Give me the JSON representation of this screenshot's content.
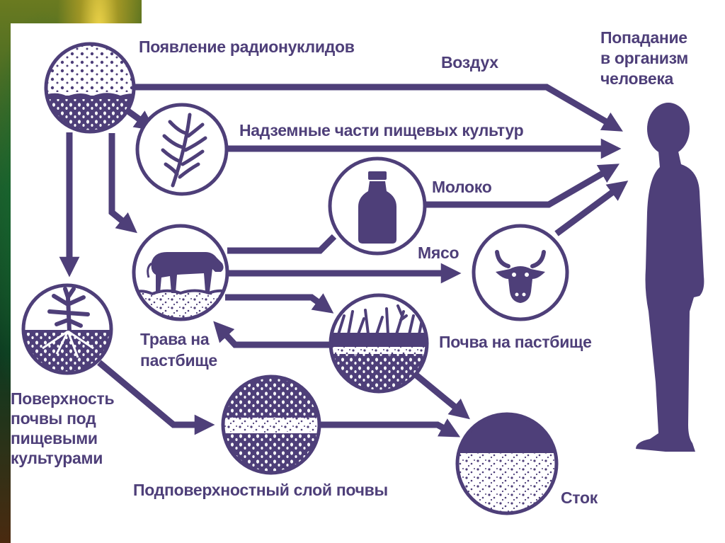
{
  "colors": {
    "primary": "#4e3f79",
    "background": "#ffffff"
  },
  "labels": {
    "radionuclides": "Появление радионуклидов",
    "air": "Воздух",
    "human": [
      "Попадание",
      "в организм",
      "человека"
    ],
    "crops": "Надземные части пищевых культур",
    "milk": "Молоко",
    "meat": "Мясо",
    "grass": [
      "Трава на",
      "пастбище"
    ],
    "pasture_soil": "Почва на пастбище",
    "soil_surface": [
      "Поверхность",
      "почвы под",
      "пищевыми",
      "культурами"
    ],
    "subsurface": "Подповерхностный слой почвы",
    "runoff": "Сток"
  },
  "icons": [
    "radionuclides-icon",
    "wheat-icon",
    "milk-bottle-icon",
    "cow-icon",
    "cow-head-icon",
    "plant-roots-icon",
    "pasture-soil-icon",
    "soil-layer-icon",
    "runoff-icon",
    "human-silhouette-icon"
  ]
}
